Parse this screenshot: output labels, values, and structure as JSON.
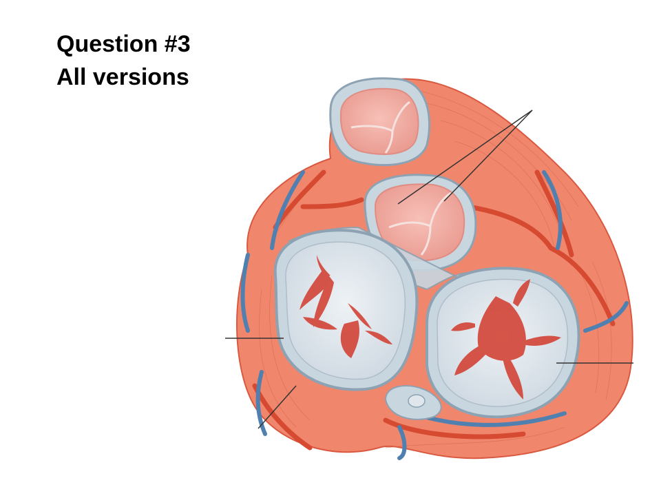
{
  "slide": {
    "title_line_1": "Question #3",
    "title_line_2": "All versions"
  },
  "illustration": {
    "subject": "heart-valves-superior-view-icon",
    "colors": {
      "muscle": "#f0876c",
      "muscle_dark": "#d9583f",
      "muscle_line": "#c9533c",
      "valve_ring": "#c8d6e0",
      "valve_ring_edge": "#8da2b3",
      "cusp": "#f2aaa0",
      "cusp_line": "#e08c82",
      "leaflet": "#dfe6ec",
      "chordae": "#d23a2c",
      "artery": "#d64a32",
      "vein": "#4f80b0"
    },
    "leader_line_count": 4
  }
}
